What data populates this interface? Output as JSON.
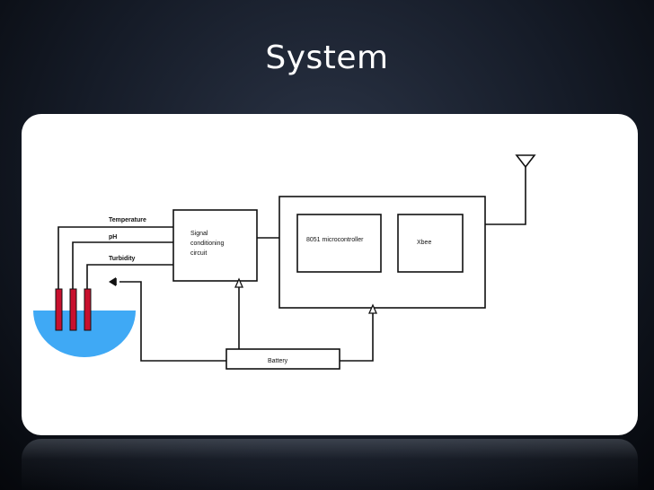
{
  "slide": {
    "title": "System"
  },
  "diagram": {
    "sensors": {
      "temperature": "Temperature",
      "ph": "pH",
      "turbidity": "Turbidity"
    },
    "signal_block": {
      "line1": "Signal",
      "line2": "conditioning",
      "line3": "circuit"
    },
    "microcontroller": "8051 microcontroller",
    "xbee": "Xbee",
    "battery": "Battery",
    "colors": {
      "water": "#3fa9f5",
      "probe": "#c8102e",
      "line": "#111111",
      "panel": "#ffffff"
    }
  }
}
